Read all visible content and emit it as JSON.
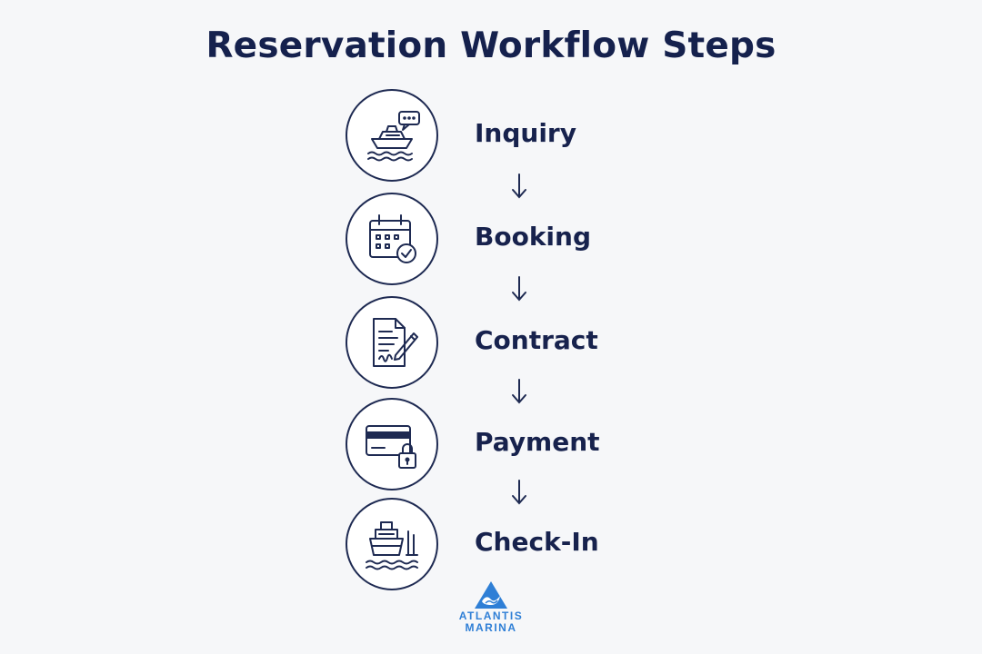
{
  "title": "Reservation Workflow Steps",
  "steps": [
    {
      "label": "Inquiry",
      "icon": "yacht-chat-icon"
    },
    {
      "label": "Booking",
      "icon": "calendar-check-icon"
    },
    {
      "label": "Contract",
      "icon": "contract-pen-icon"
    },
    {
      "label": "Payment",
      "icon": "credit-card-lock-icon"
    },
    {
      "label": "Check-In",
      "icon": "boat-dock-icon"
    }
  ],
  "logo": {
    "line1": "ATLANTIS",
    "line2": "MARINA",
    "color": "#2f7fd6"
  },
  "colors": {
    "ink": "#1e2a52",
    "background": "#f6f7f9"
  }
}
